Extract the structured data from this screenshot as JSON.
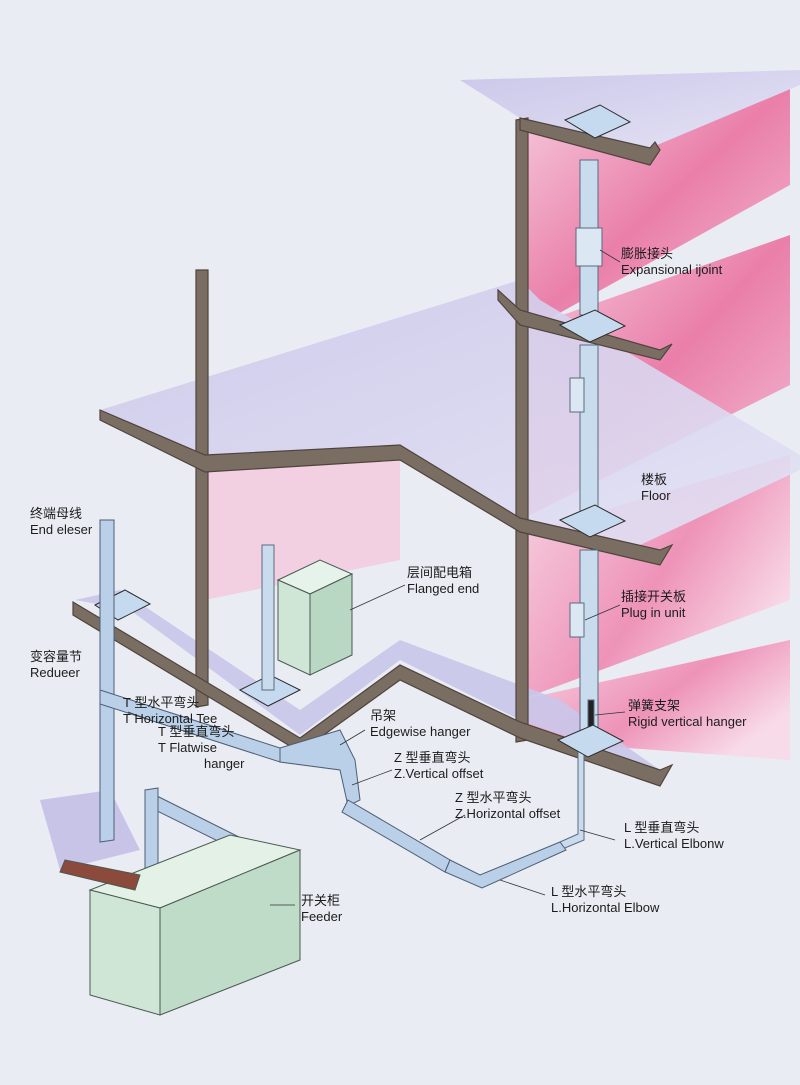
{
  "labels": {
    "expansion": {
      "zh": "膨胀接头",
      "en": "Expansional ijoint"
    },
    "floor": {
      "zh": "楼板",
      "en": "Floor"
    },
    "end_closer": {
      "zh": "终端母线",
      "en": "End eleser"
    },
    "flanged_end": {
      "zh": "层间配电箱",
      "en": "Flanged end"
    },
    "plug_in": {
      "zh": "插接开关板",
      "en": "Plug in unit"
    },
    "reducer": {
      "zh": "变容量节",
      "en": "Reduеer"
    },
    "t_horizontal": {
      "zh": "T 型水平弯头",
      "en": "T Horizontal Tee"
    },
    "t_flatwise": {
      "zh": "T 型垂直弯头",
      "en1": "T  Flatwise",
      "en2": "hanger"
    },
    "edgewise": {
      "zh": "吊架",
      "en": "Edgewise hanger"
    },
    "rigid_hanger": {
      "zh": "弹簧支架",
      "en": "Rigid vertical hanger"
    },
    "z_vertical": {
      "zh": "Z 型垂直弯头",
      "en": "Z.Vertical offset"
    },
    "z_horizontal": {
      "zh": "Z 型水平弯头",
      "en": "Z.Horizontal offset"
    },
    "l_vertical": {
      "zh": "L 型垂直弯头",
      "en": "L.Vertical Elbonw"
    },
    "l_horizontal": {
      "zh": "L 型水平弯头",
      "en": "L.Horizontal Elbow"
    },
    "feeder": {
      "zh": "开关柜",
      "en": "Feeder"
    }
  },
  "colors": {
    "background": "#e9ecf3",
    "wall_pink": "#ec8fb4",
    "slab_lavender": "#c7c3e8",
    "beam": "#76695f",
    "busway": "#b7cfe7",
    "cabinet": "#cfe6d6"
  }
}
